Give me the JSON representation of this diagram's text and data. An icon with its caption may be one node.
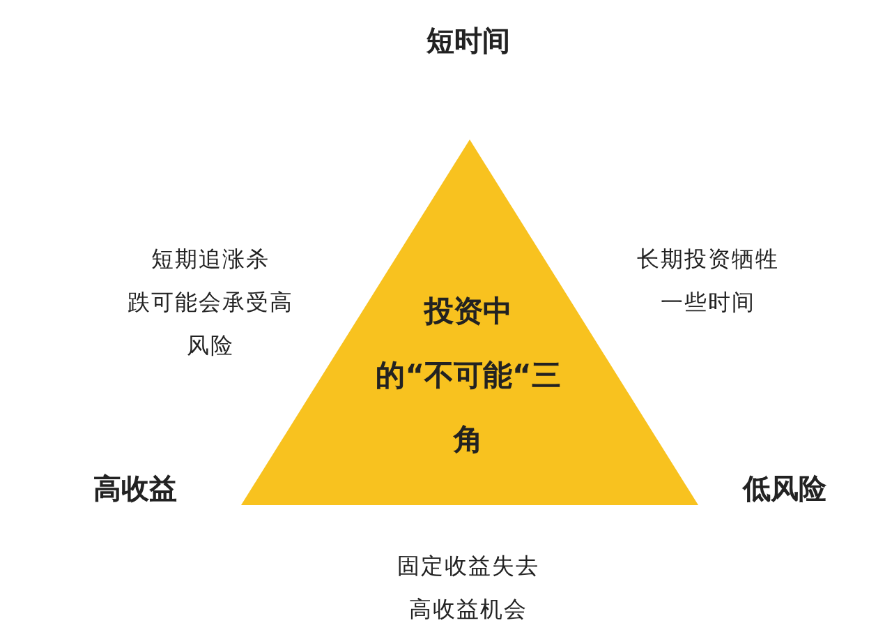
{
  "diagram": {
    "nodes": [
      {
        "text": [
          "投资中的“不可能“三角"
        ]
      }
    ],
    "edges": [],
    "labels": [
      "短时间",
      "短期追涨杀跌可能会承受高风险",
      "长期投资牺牲一些时间",
      "高收益",
      "低风险",
      "固定收益失去高收益机会"
    ]
  }
}
